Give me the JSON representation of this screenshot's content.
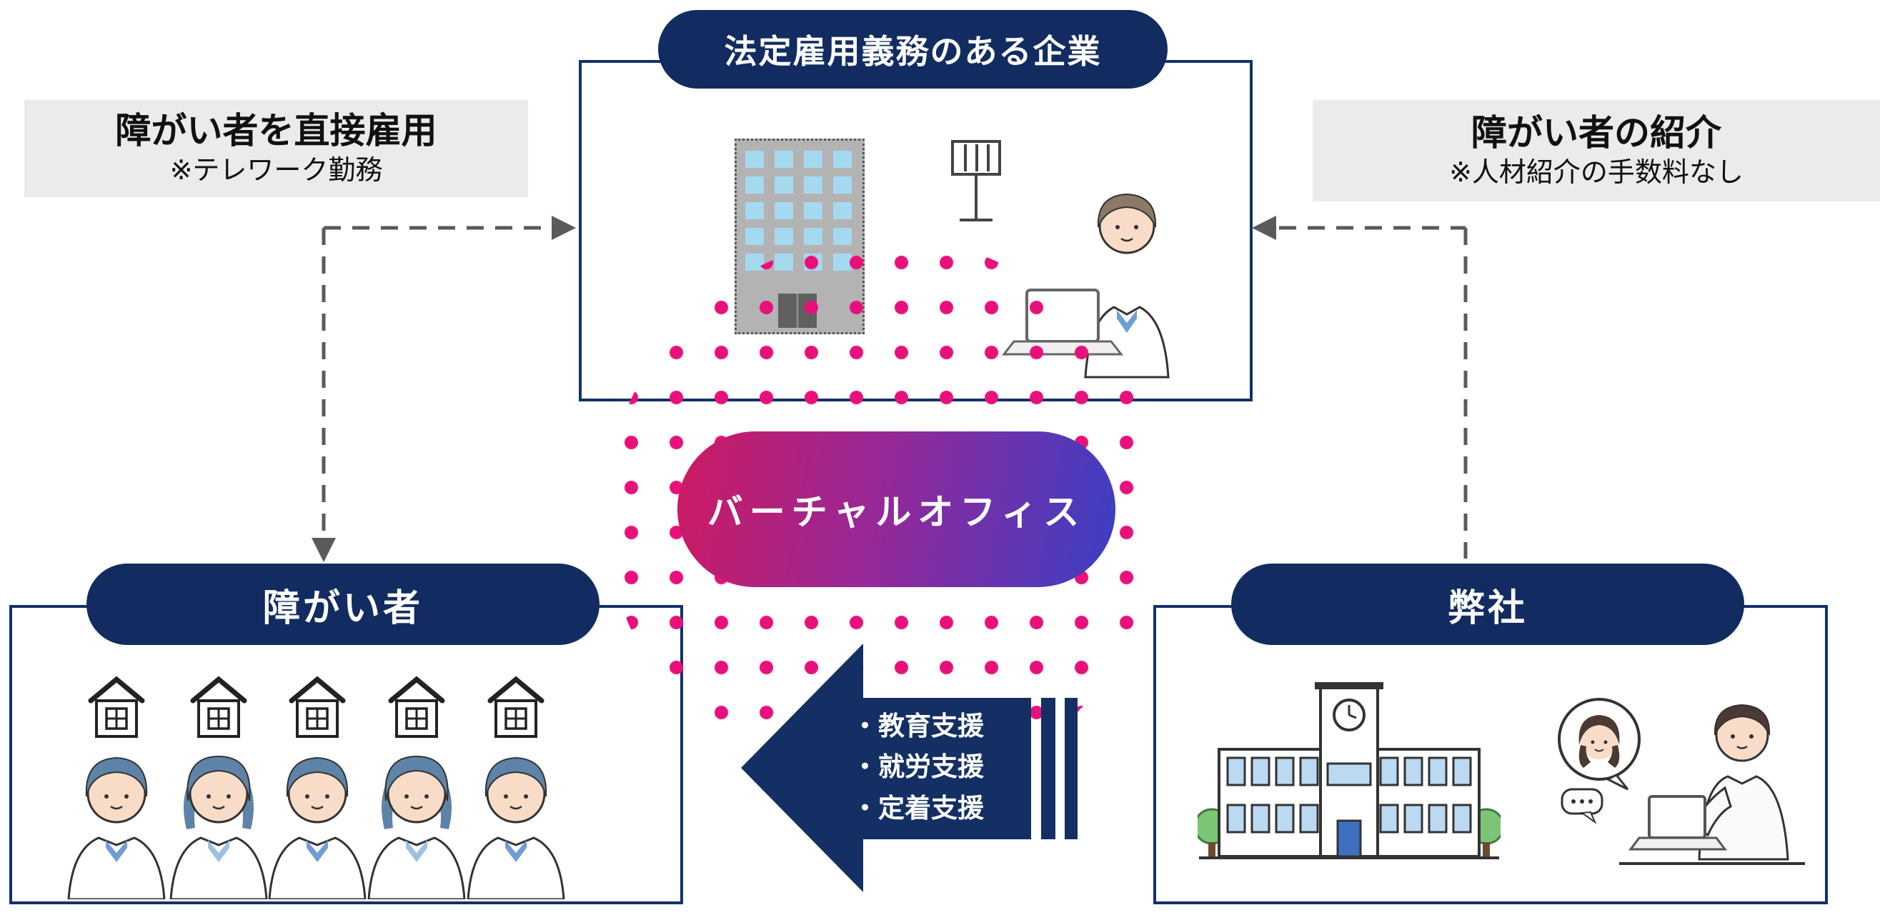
{
  "colors": {
    "navy": "#122c61",
    "frame_border": "#14316b",
    "dot_pink": "#e8117c",
    "gradient_left": "#ce1a62",
    "gradient_right": "#3a3fc4",
    "note_background": "#ebebeb",
    "dashed_line": "#5a5a5a"
  },
  "top_company": {
    "label": "法定雇用義務のある企業"
  },
  "direct_employment_note": {
    "title": "障がい者を直接雇用",
    "subtitle": "※テレワーク勤務"
  },
  "referral_note": {
    "title": "障がい者の紹介",
    "subtitle": "※人材紹介の手数料なし"
  },
  "virtual_office": {
    "label": "バーチャルオフィス"
  },
  "disabled_group": {
    "label": "障がい者"
  },
  "our_company": {
    "label": "弊社"
  },
  "support_arrow": {
    "items": [
      "・教育支援",
      "・就労支援",
      "・定着支援"
    ]
  },
  "icons": {
    "office-building-icon": "gray office building with blue windows",
    "flag-board-icon": "striped banner on a stand",
    "hr-person-icon": "person working at a laptop",
    "house-icon": "house with windowpane",
    "worker-icon": "person in jacket",
    "school-building-icon": "school with clock tower and trees",
    "consultation-icon": "remote talk between two people"
  }
}
